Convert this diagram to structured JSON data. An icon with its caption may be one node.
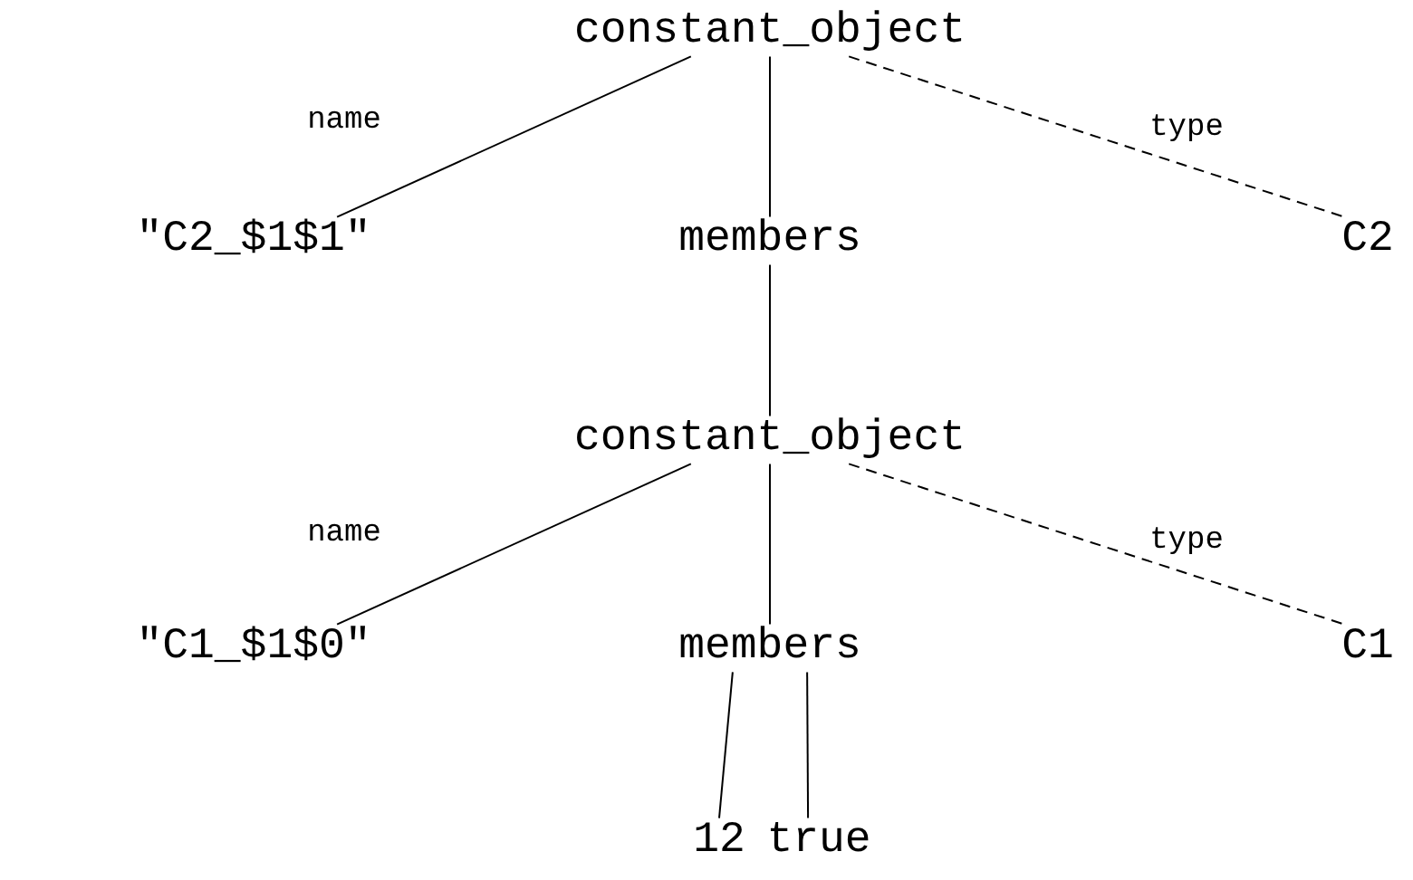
{
  "diagram": {
    "nodes": [
      {
        "text": [
          "constant_object"
        ]
      },
      {
        "text": [
          "\"C2_$1$1\""
        ]
      },
      {
        "text": [
          "members"
        ]
      },
      {
        "text": [
          "C2"
        ]
      },
      {
        "text": [
          "constant_object"
        ]
      },
      {
        "text": [
          "\"C1_$1$0\""
        ]
      },
      {
        "text": [
          "members"
        ]
      },
      {
        "text": [
          "C1"
        ]
      },
      {
        "text": [
          "12"
        ]
      },
      {
        "text": [
          "true"
        ]
      }
    ],
    "edges": [
      {
        "from": 0,
        "to": 1,
        "arrow": "none",
        "label": "name"
      },
      {
        "from": 0,
        "to": 2,
        "arrow": "none"
      },
      {
        "from": 0,
        "to": 3,
        "arrow": "none",
        "label": "type",
        "style": "dashed"
      },
      {
        "from": 2,
        "to": 4,
        "arrow": "none"
      },
      {
        "from": 4,
        "to": 5,
        "arrow": "none",
        "label": "name"
      },
      {
        "from": 4,
        "to": 6,
        "arrow": "none"
      },
      {
        "from": 4,
        "to": 7,
        "arrow": "none",
        "label": "type",
        "style": "dashed"
      },
      {
        "from": 6,
        "to": 8,
        "arrow": "none"
      },
      {
        "from": 6,
        "to": 9,
        "arrow": "none"
      }
    ]
  }
}
